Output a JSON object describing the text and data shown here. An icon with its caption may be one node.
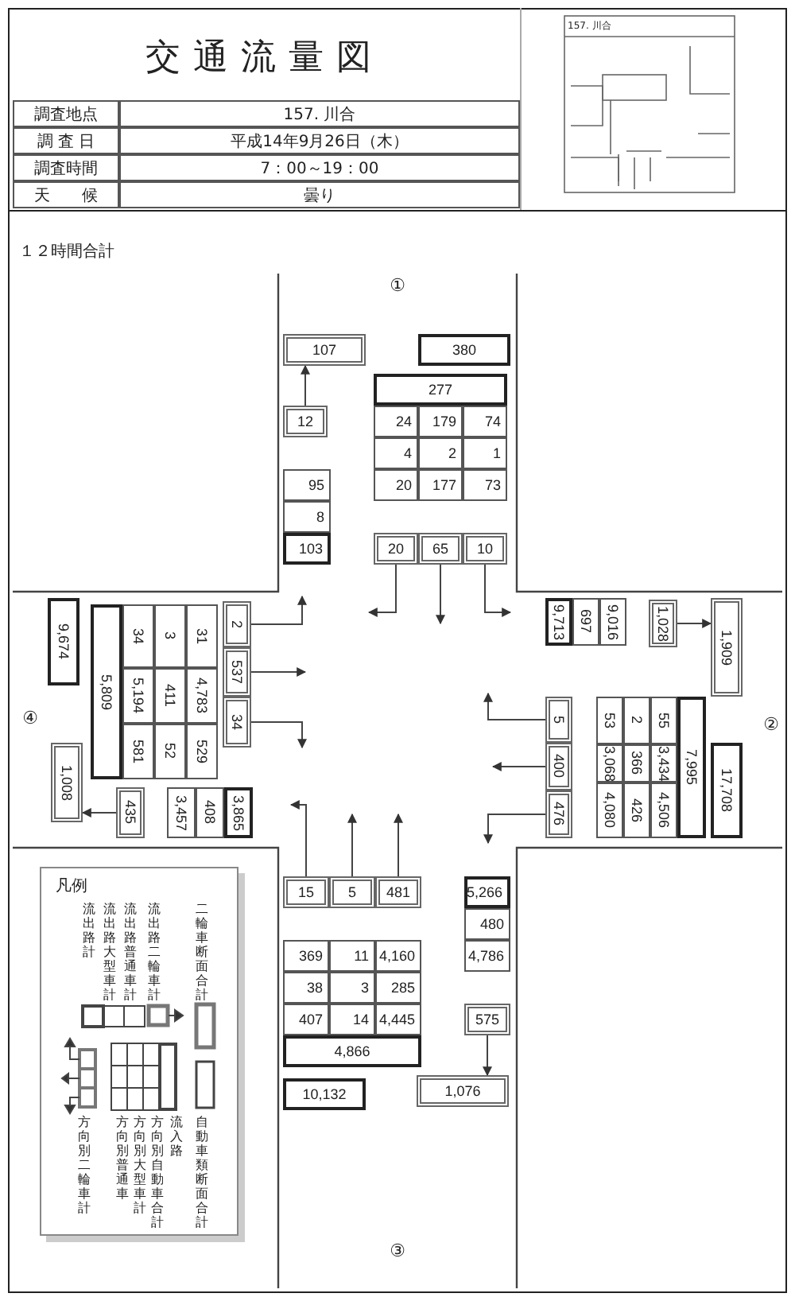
{
  "diagram": {
    "title": "交通流量図",
    "nodes": [
      {
        "text": [
          "107"
        ]
      },
      {
        "text": [
          "380"
        ]
      },
      {
        "text": [
          "12"
        ]
      },
      {
        "text": [
          "20"
        ]
      },
      {
        "text": [
          "65"
        ]
      },
      {
        "text": [
          "10"
        ]
      },
      {
        "text": [
          "9,674"
        ]
      },
      {
        "text": [
          "2"
        ]
      },
      {
        "text": [
          "537"
        ]
      },
      {
        "text": [
          "34"
        ]
      },
      {
        "text": [
          "1,008"
        ]
      },
      {
        "text": [
          "435"
        ]
      },
      {
        "text": [
          "1,028"
        ]
      },
      {
        "text": [
          "1,909"
        ]
      },
      {
        "text": [
          "5"
        ]
      },
      {
        "text": [
          "400"
        ]
      },
      {
        "text": [
          "476"
        ]
      },
      {
        "text": [
          "17,708"
        ]
      },
      {
        "text": [
          "15"
        ]
      },
      {
        "text": [
          "5"
        ]
      },
      {
        "text": [
          "481"
        ]
      },
      {
        "text": [
          "575"
        ]
      },
      {
        "text": [
          "10,132"
        ]
      },
      {
        "text": [
          "1,076"
        ]
      }
    ],
    "edges": [
      {
        "from": 2,
        "to": 0,
        "arrow": "to"
      },
      {
        "from": 3,
        "to": null,
        "arrow": "to"
      },
      {
        "from": 4,
        "to": null,
        "arrow": "to"
      },
      {
        "from": 5,
        "to": null,
        "arrow": "to"
      },
      {
        "from": 7,
        "to": null,
        "arrow": "to"
      },
      {
        "from": 8,
        "to": null,
        "arrow": "to"
      },
      {
        "from": 9,
        "to": null,
        "arrow": "to"
      },
      {
        "from": 11,
        "to": 10,
        "arrow": "to"
      },
      {
        "from": 12,
        "to": 13,
        "arrow": "to"
      },
      {
        "from": 14,
        "to": null,
        "arrow": "to"
      },
      {
        "from": 15,
        "to": null,
        "arrow": "to"
      },
      {
        "from": 16,
        "to": null,
        "arrow": "to"
      },
      {
        "from": 18,
        "to": null,
        "arrow": "to"
      },
      {
        "from": 19,
        "to": null,
        "arrow": "to"
      },
      {
        "from": 20,
        "to": null,
        "arrow": "to"
      },
      {
        "from": 21,
        "to": 23,
        "arrow": "to"
      }
    ],
    "labels": [
      "調査地点",
      "157. 川合",
      "調 査 日",
      "平成14年9月26日（木）",
      "調査時間",
      "7：00～19：00",
      "天　　候",
      "曇り",
      "157. 川合",
      "１２時間合計",
      "①",
      "277",
      "24",
      "179",
      "74",
      "4",
      "2",
      "1",
      "95",
      "20",
      "177",
      "73",
      "8",
      "103",
      "④",
      "5,809",
      "34",
      "5,194",
      "581",
      "3",
      "411",
      "52",
      "31",
      "4,783",
      "529",
      "3,457",
      "408",
      "3,865",
      "②",
      "9,713",
      "697",
      "9,016",
      "53",
      "3,068",
      "4,080",
      "2",
      "366",
      "426",
      "55",
      "3,434",
      "4,506",
      "7,995",
      "③",
      "5,266",
      "480",
      "369",
      "11",
      "4,160",
      "4,786",
      "38",
      "3",
      "285",
      "407",
      "14",
      "4,445",
      "4,866",
      "凡例"
    ],
    "legend": [
      {
        "text": "二輪車断面合計"
      },
      {
        "text": "流出路二輪車計"
      },
      {
        "text": "流出路普通車計"
      },
      {
        "text": "流出路大型車計"
      },
      {
        "text": "流出路計"
      },
      {
        "text": "自動車類断面合計"
      },
      {
        "text": "流入路"
      },
      {
        "text": "方向別自動車合計"
      },
      {
        "text": "方向別大型車計"
      },
      {
        "text": "方向別普通車"
      },
      {
        "text": "方向別二輪車計"
      }
    ]
  }
}
